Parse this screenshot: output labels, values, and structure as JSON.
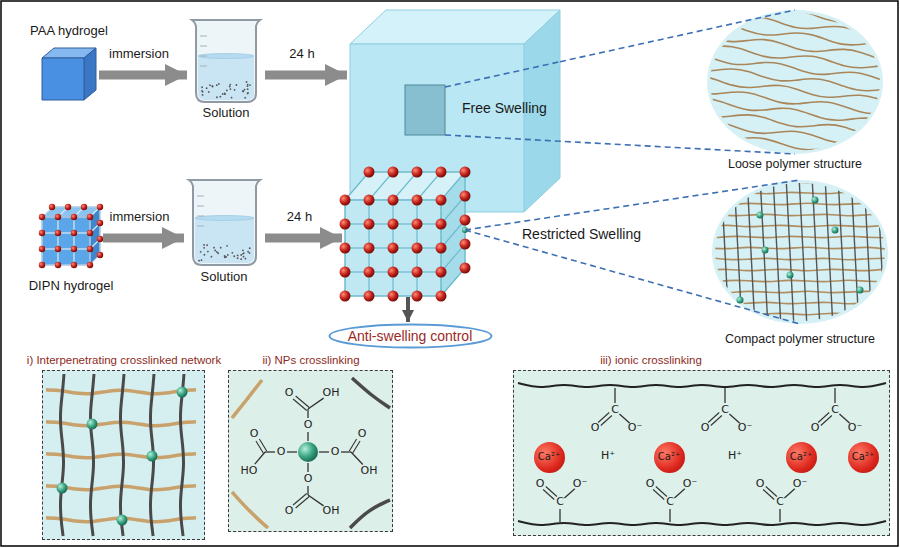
{
  "diagram": {
    "nodes": [
      {
        "text": [
          "PAA hydrogel"
        ]
      },
      {
        "text": [
          "Solution"
        ]
      },
      {
        "text": [
          "Free Swelling"
        ]
      },
      {
        "text": [
          "Loose polymer structure"
        ]
      },
      {
        "text": [
          "DIPN hydrogel"
        ]
      },
      {
        "text": [
          "Solution"
        ]
      },
      {
        "text": [
          "Restricted Swelling"
        ]
      },
      {
        "text": [
          "Compact polymer structure"
        ]
      },
      {
        "text": [
          "Anti-swelling control"
        ]
      },
      {
        "text": [
          "i) Interpenetrating crosslinked network"
        ]
      },
      {
        "text": [
          "ii) NPs crosslinking"
        ]
      },
      {
        "text": [
          "iii) ionic crosslinking"
        ]
      },
      {
        "text": [
          "Ca²⁺"
        ],
        "in": 11
      },
      {
        "text": [
          "Ca²⁺"
        ],
        "in": 11
      },
      {
        "text": [
          "Ca²⁺"
        ],
        "in": 11
      },
      {
        "text": [
          "Ca²⁺"
        ],
        "in": 11
      }
    ],
    "edges": [
      {
        "from": 0,
        "to": 1,
        "label": "immersion",
        "arrow": "to"
      },
      {
        "from": 1,
        "to": 2,
        "label": "24 h",
        "arrow": "to"
      },
      {
        "from": 2,
        "to": 3,
        "arrow": "none"
      },
      {
        "from": 4,
        "to": 5,
        "label": "immersion",
        "arrow": "to"
      },
      {
        "from": 5,
        "to": 6,
        "label": "24 h",
        "arrow": "to"
      },
      {
        "from": 6,
        "to": 7,
        "arrow": "none"
      },
      {
        "from": 6,
        "to": 8,
        "arrow": "to"
      }
    ],
    "labels": [
      "O",
      "OH",
      "O",
      "O",
      "O",
      "O",
      "O",
      "HO",
      "OH",
      "O",
      "O",
      "OH",
      "C",
      "C",
      "C",
      "O",
      "O⁻",
      "O",
      "O⁻",
      "O",
      "O⁻",
      "H⁺",
      "H⁺",
      "O",
      "O⁻",
      "O",
      "O⁻",
      "O",
      "O⁻",
      "C",
      "C",
      "C"
    ]
  }
}
